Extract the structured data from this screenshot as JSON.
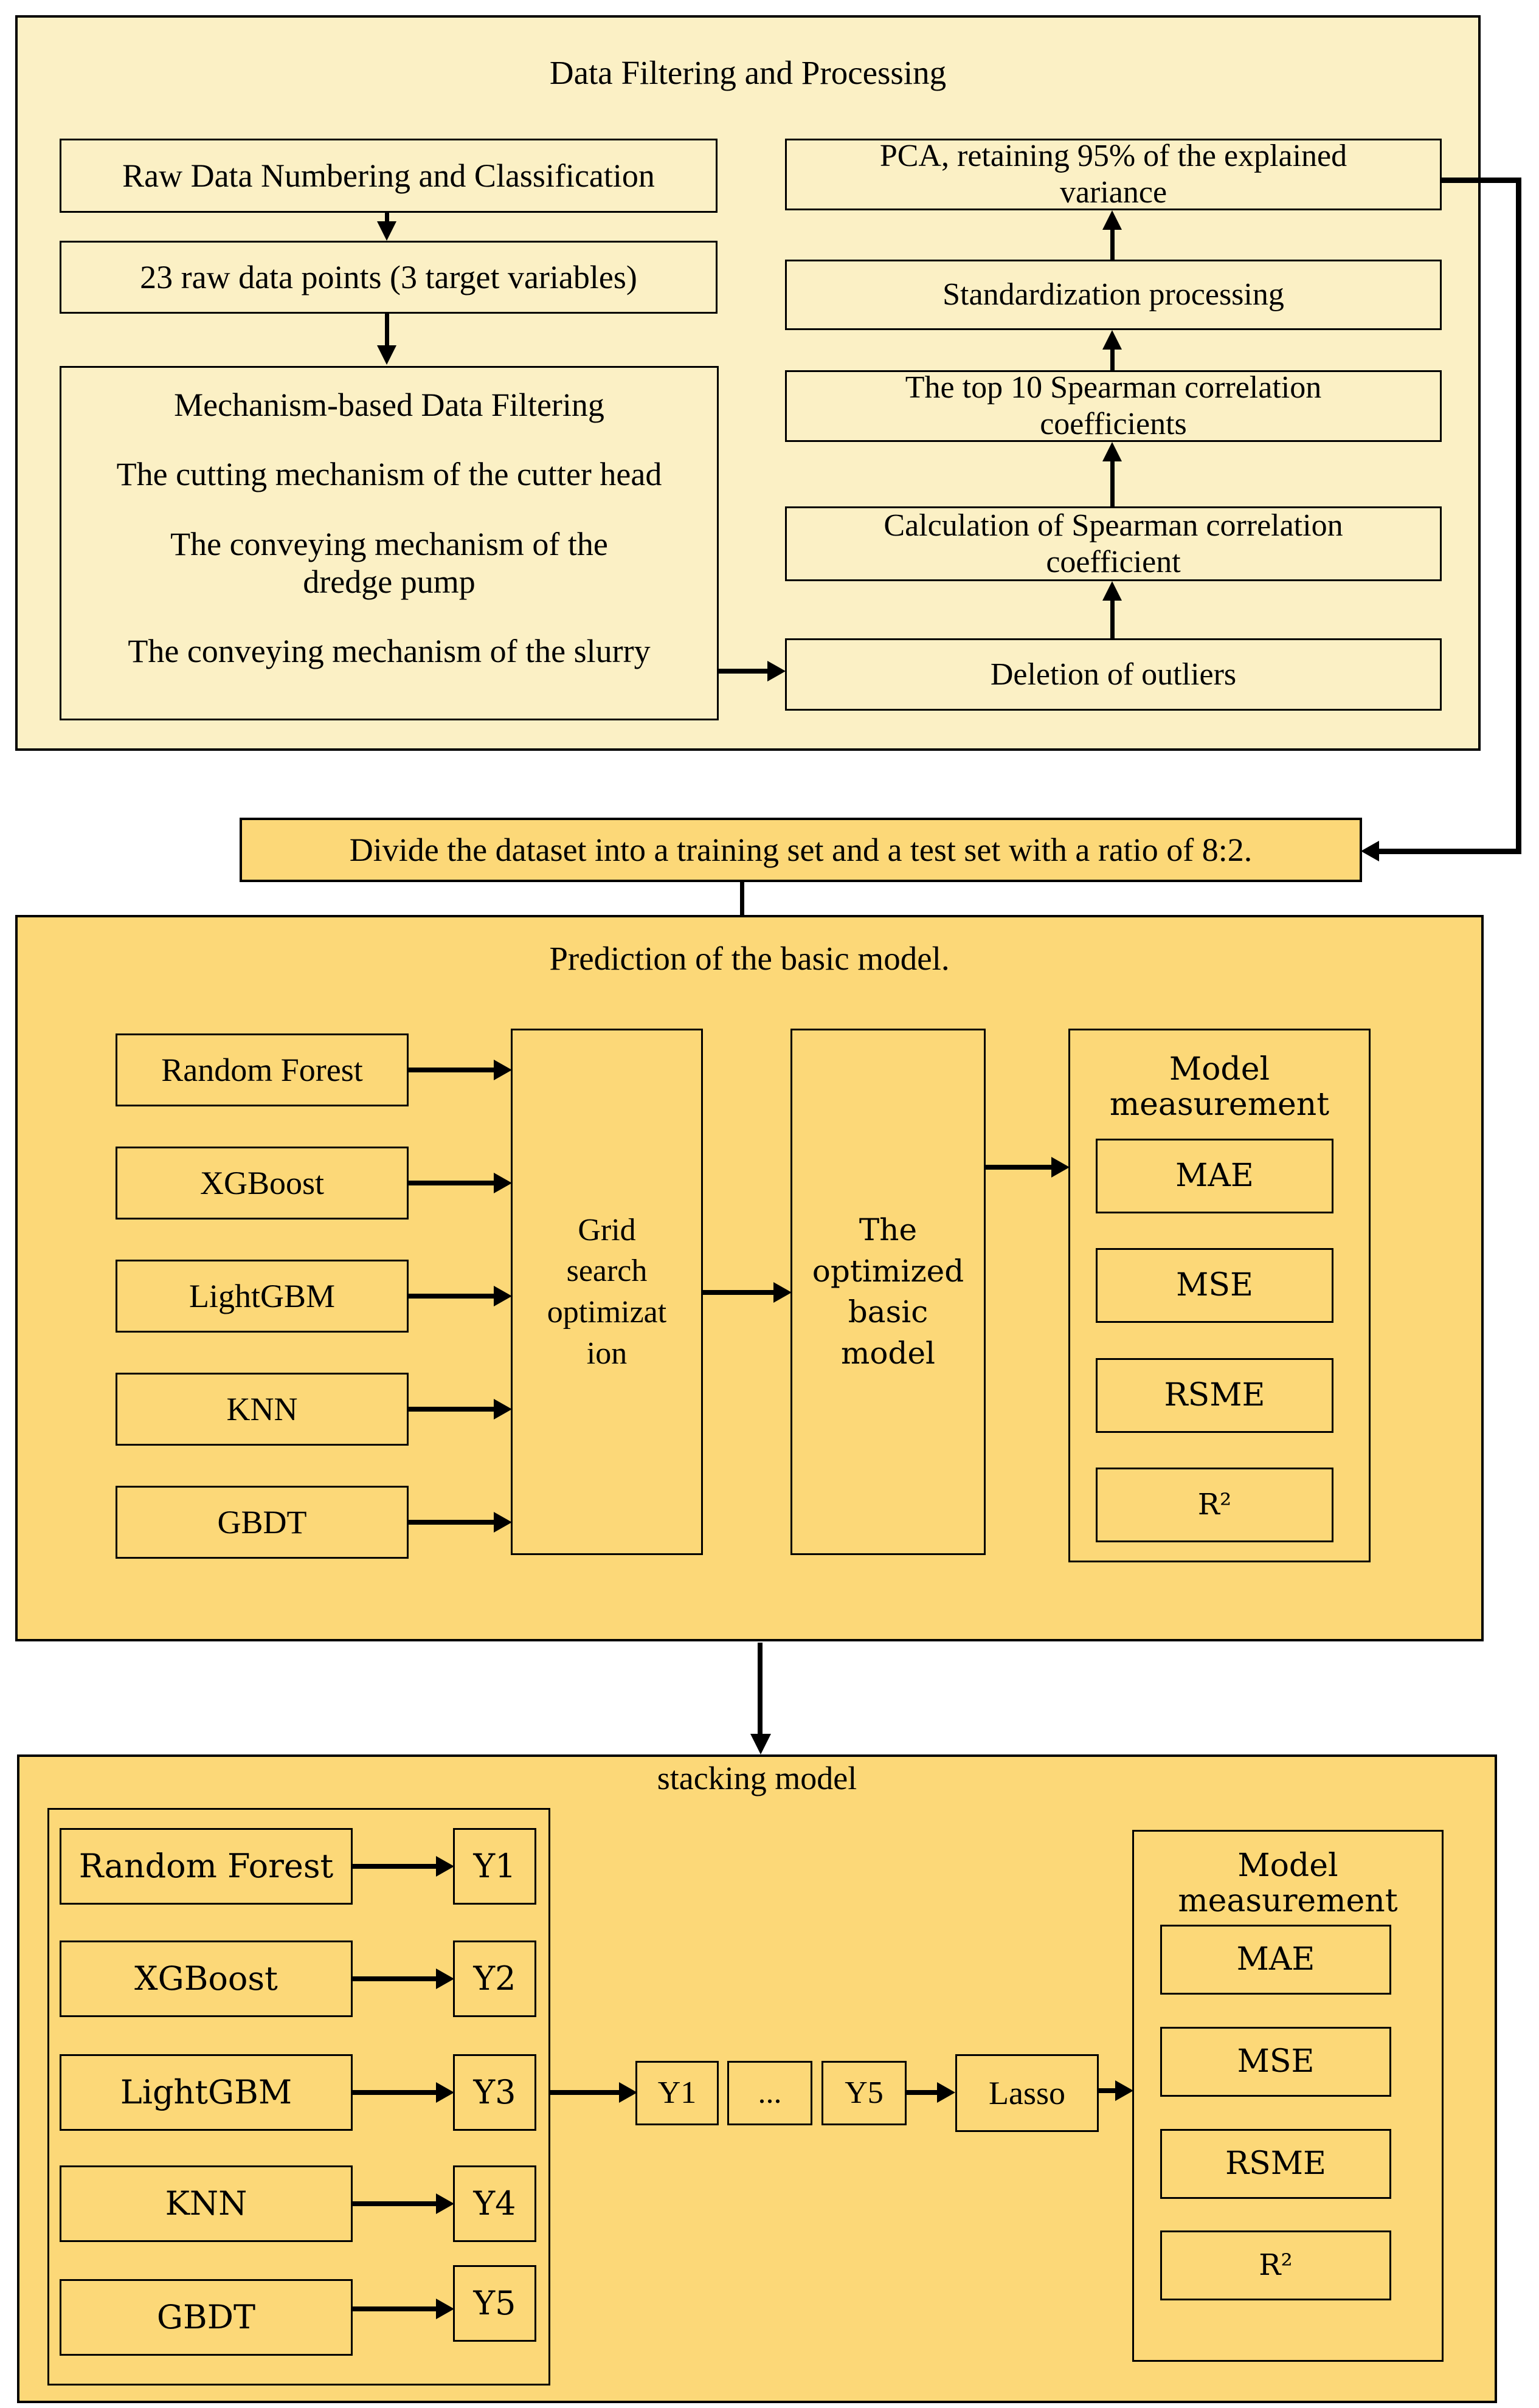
{
  "colors": {
    "page_background": "#FFFFFF",
    "section_cream": "#FBF0C5",
    "section_gold": "#FCD878",
    "line": "#000000"
  },
  "top": {
    "title": "Data Filtering and Processing",
    "box_raw_numbering": "Raw Data Numbering and Classification",
    "box_raw_points": "23 raw data points (3 target variables)",
    "mechanism": {
      "title": "Mechanism-based Data Filtering",
      "items": [
        "The cutting mechanism of the cutter head",
        "The conveying mechanism of the dredge pump",
        "The conveying mechanism of the slurry"
      ]
    },
    "chain": {
      "deletion": "Deletion of outliers",
      "calculation": "Calculation of Spearman correlation coefficient",
      "top10": "The top 10 Spearman correlation coefficients",
      "standardization": "Standardization processing",
      "pca": "PCA, retaining 95% of the explained variance"
    }
  },
  "divide": {
    "label": "Divide the dataset into a training set and a test set with a ratio of 8:2."
  },
  "basic": {
    "title": "Prediction of the basic model.",
    "models": [
      "Random Forest",
      "XGBoost",
      "LightGBM",
      "KNN",
      "GBDT"
    ],
    "grid_search": "Grid search optimization",
    "optimized_model": "The optimized basic model",
    "measurement": {
      "title": "Model measurement",
      "metrics": [
        "MAE",
        "MSE",
        "RSME",
        "R²"
      ]
    }
  },
  "stacking": {
    "title": "stacking model",
    "base_models": [
      {
        "name": "Random Forest",
        "output": "Y1"
      },
      {
        "name": "XGBoost",
        "output": "Y2"
      },
      {
        "name": "LightGBM",
        "output": "Y3"
      },
      {
        "name": "KNN",
        "output": "Y4"
      },
      {
        "name": "GBDT",
        "output": "Y5"
      }
    ],
    "combined": {
      "first": "Y1",
      "dots": "...",
      "last": "Y5"
    },
    "meta_model": "Lasso",
    "measurement": {
      "title": "Model measurement",
      "metrics": [
        "MAE",
        "MSE",
        "RSME",
        "R²"
      ]
    }
  }
}
